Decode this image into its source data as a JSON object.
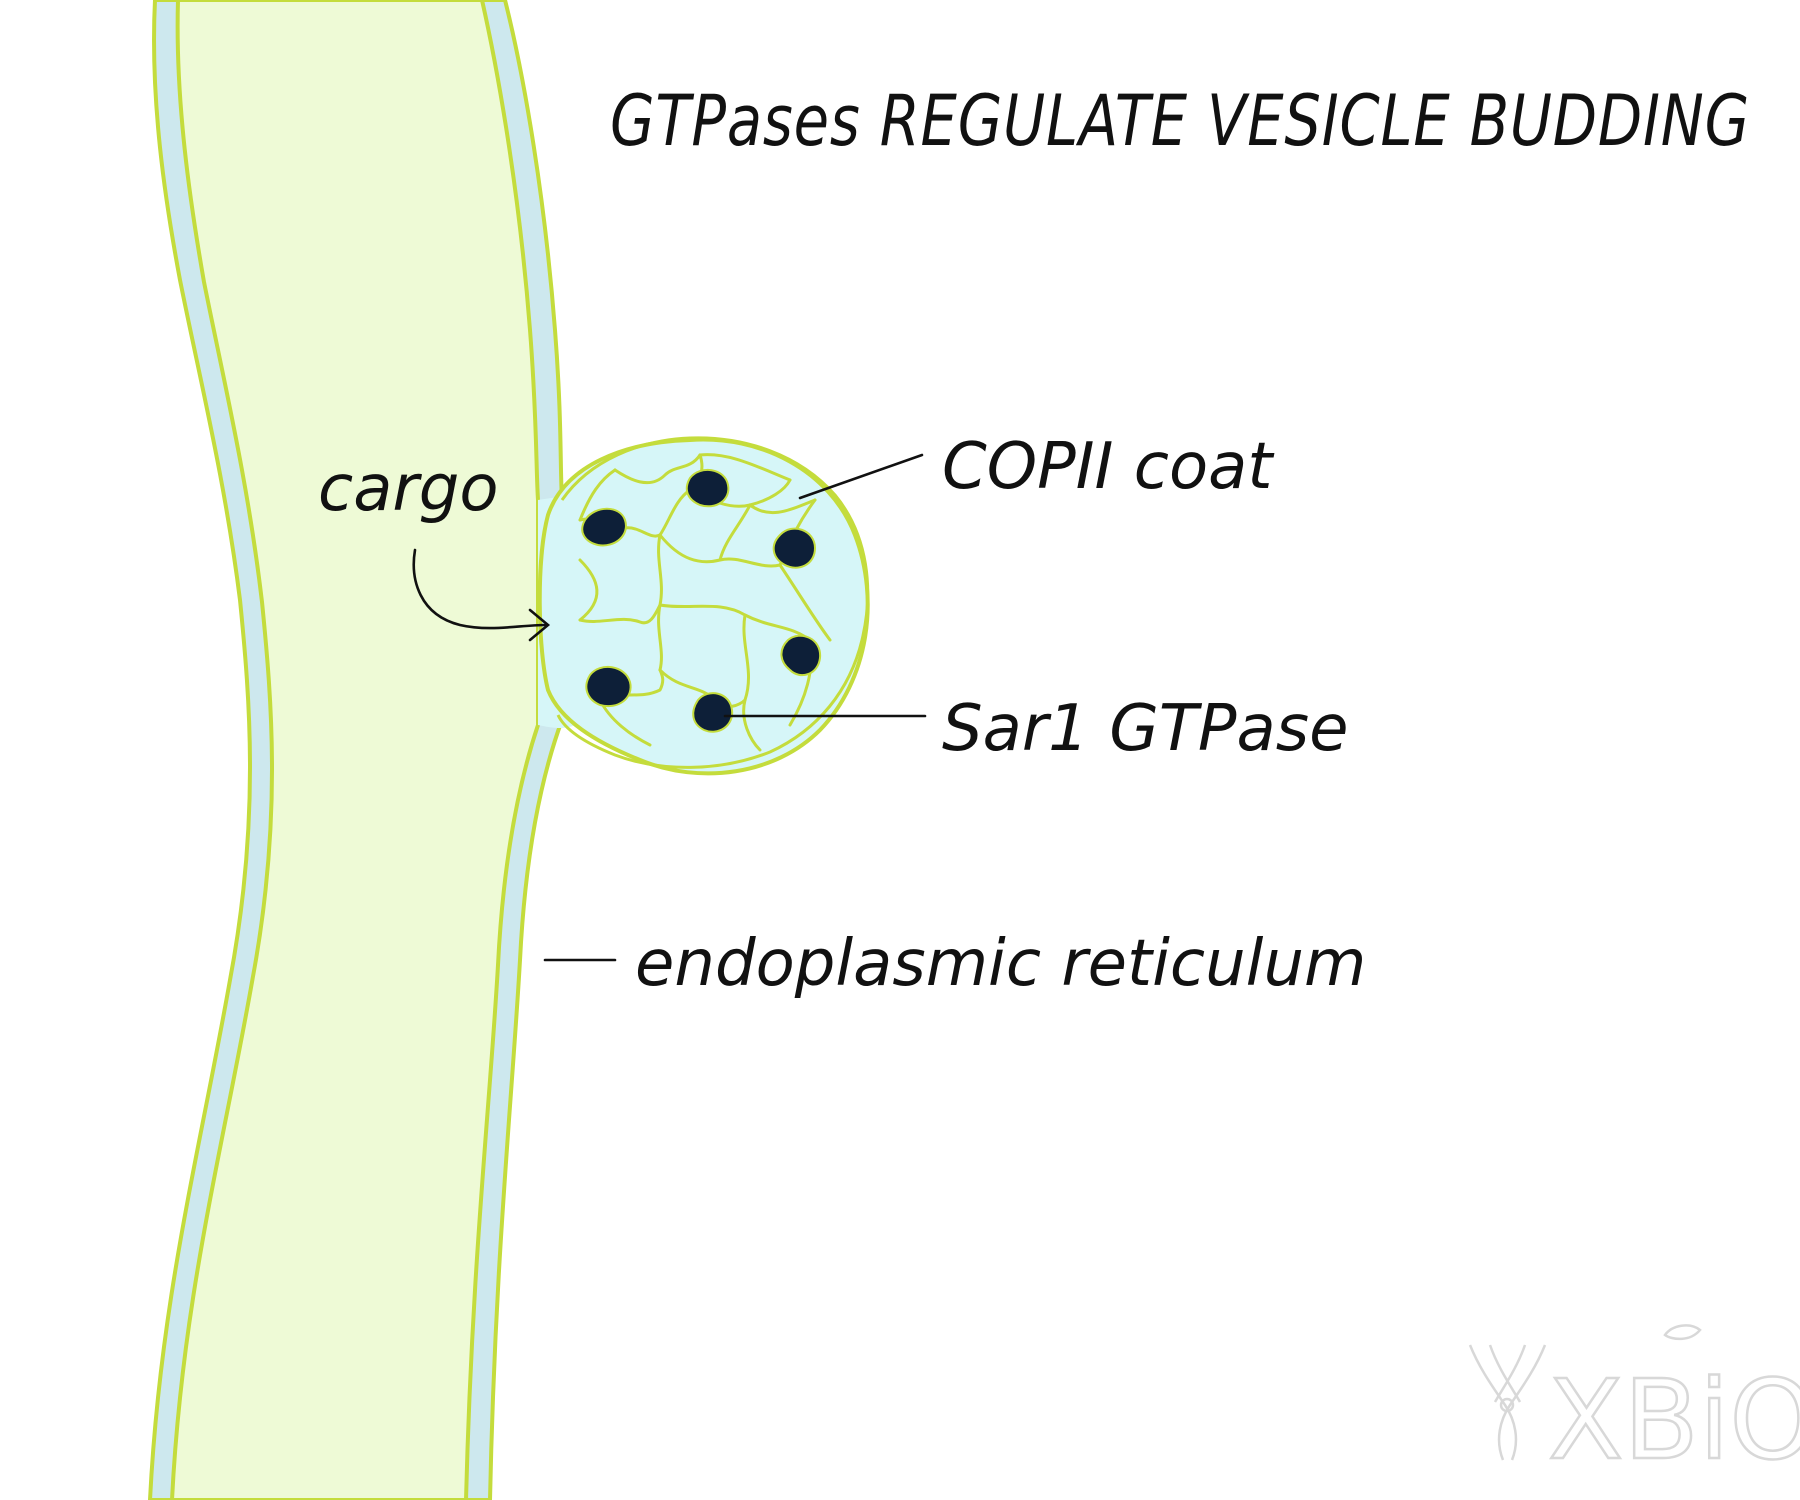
{
  "title": "GTPases REGULATE VESICLE BUDDING",
  "labels": {
    "cargo": "cargo",
    "copii_coat": "COPII coat",
    "sar1": "Sar1 GTPase",
    "er": "endoplasmic reticulum"
  },
  "watermark": "XBiO",
  "colors": {
    "er_lumen": "#eefad6",
    "membrane_blue": "#cde8ee",
    "membrane_line": "#c4dc3c",
    "vesicle_fill": "#d6f6f8",
    "coat_mesh": "#c4dc3c",
    "sar1_dots": "#0d1f38",
    "ink": "#111111",
    "watermark": "#d8d8d8"
  }
}
